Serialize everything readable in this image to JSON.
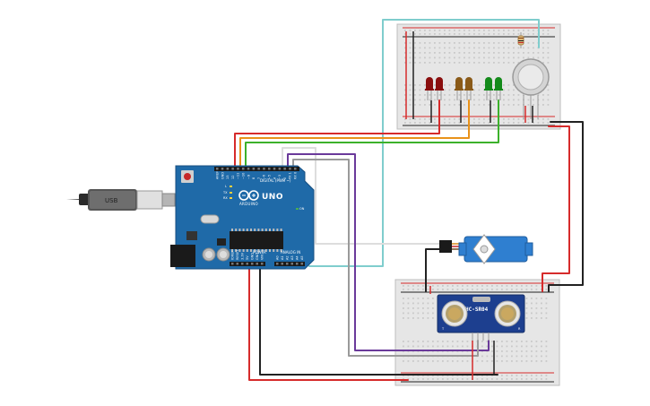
{
  "arduino": {
    "board_name": "UNO",
    "brand": "ARDUINO",
    "digital_label": "DIGITAL (PWM ~)",
    "power_label": "POWER",
    "analog_label": "ANALOG IN",
    "top_pin_labels": [
      "AREF",
      "GND",
      "13",
      "12",
      "~11",
      "~10",
      "~9",
      "8",
      "7",
      "~6",
      "~5",
      "4",
      "~3",
      "2",
      "TX 1",
      "RX 0"
    ],
    "power_pin_labels": [
      "IOREF",
      "RESET",
      "3.3V",
      "5V",
      "GND",
      "GND",
      "VIN"
    ],
    "analog_pin_labels": [
      "A0",
      "A1",
      "A2",
      "A3",
      "A4",
      "A5"
    ],
    "on_label": "ON",
    "l_label": "L",
    "tx_label": "TX",
    "rx_label": "RX",
    "board_color": "#1f6aa8"
  },
  "usb": {
    "plug_text": "USB"
  },
  "sensor": {
    "model": "HC-SR04",
    "left_mark": "T",
    "right_mark": "R",
    "board_color": "#1d3f8f"
  },
  "servo": {
    "body_color": "#2f7fd0"
  },
  "leds": {
    "colors": [
      "#8a0e0e",
      "#8a5a18",
      "#138a1a"
    ]
  },
  "colors": {
    "red_wire": "#d62b2b",
    "black_wire": "#222222",
    "orange_wire": "#e9921a",
    "green_wire": "#3cb12b",
    "purple_wire": "#6a3a9a",
    "white_wire": "#dddddd",
    "teal_wire": "#7fcdcd",
    "gray_wire": "#9a9a9a"
  }
}
